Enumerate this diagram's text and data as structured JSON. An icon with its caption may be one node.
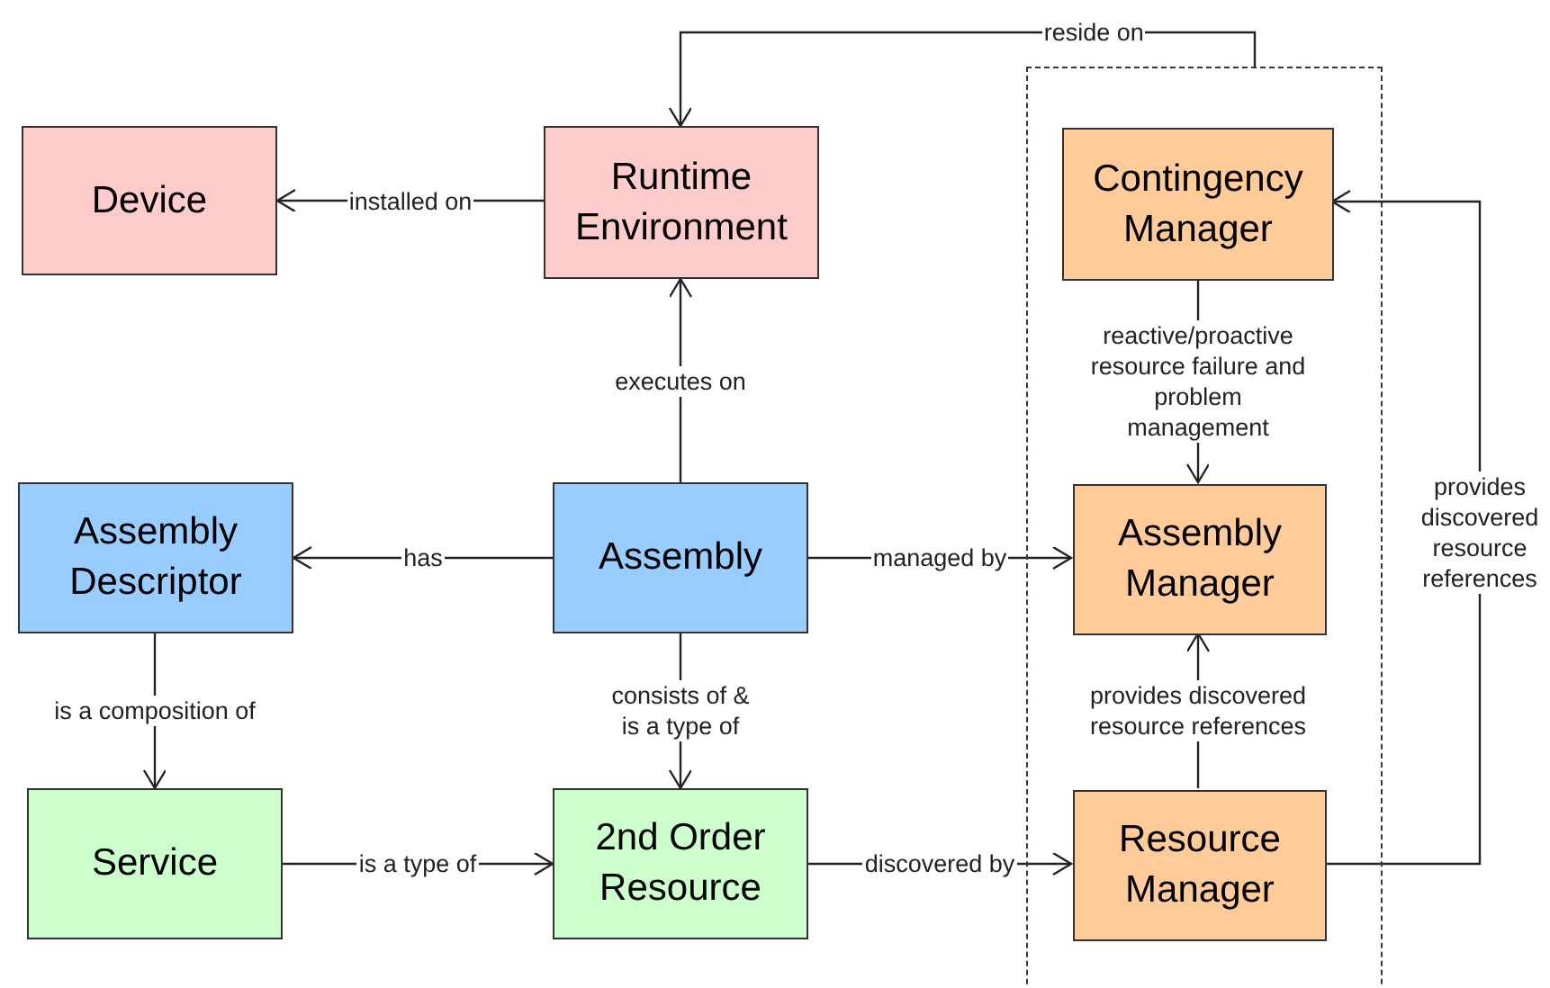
{
  "diagram": {
    "nodes": [
      {
        "text": [
          "Device"
        ]
      },
      {
        "text": [
          "Runtime Environment"
        ]
      },
      {
        "text": [],
        "shape": "box"
      },
      {
        "text": [
          "Contingency Manager"
        ],
        "in": 2
      },
      {
        "text": [
          "Assembly Descriptor"
        ]
      },
      {
        "text": [
          "Assembly"
        ]
      },
      {
        "text": [
          "Assembly Manager"
        ],
        "in": 2
      },
      {
        "text": [
          "Service"
        ]
      },
      {
        "text": [
          "2nd Order Resource"
        ]
      },
      {
        "text": [
          "Resource Manager"
        ],
        "in": 2
      }
    ],
    "edges": [
      {
        "from": 2,
        "to": 1,
        "arrow": "to",
        "label": "reside on"
      },
      {
        "from": 1,
        "to": 0,
        "arrow": "to",
        "label": "installed on"
      },
      {
        "from": 3,
        "to": 6,
        "arrow": "to",
        "label": "reactive/proactive resource failure and problem management"
      },
      {
        "from": 5,
        "to": 1,
        "arrow": "to",
        "label": "executes on"
      },
      {
        "from": 9,
        "to": 3,
        "arrow": "to",
        "label": "provides discovered resource references"
      },
      {
        "from": 5,
        "to": 4,
        "arrow": "to",
        "label": "has"
      },
      {
        "from": 5,
        "to": 6,
        "arrow": "to",
        "label": "managed by"
      },
      {
        "from": 4,
        "to": 7,
        "arrow": "to",
        "label": "is a composition of"
      },
      {
        "from": 5,
        "to": 8,
        "arrow": "to",
        "label": "consists of & is a type of"
      },
      {
        "from": 9,
        "to": 6,
        "arrow": "to",
        "label": "provides discovered resource references"
      },
      {
        "from": 7,
        "to": 8,
        "arrow": "to",
        "label": "is a type of"
      },
      {
        "from": 8,
        "to": 9,
        "arrow": "to",
        "label": "discovered by"
      }
    ]
  }
}
